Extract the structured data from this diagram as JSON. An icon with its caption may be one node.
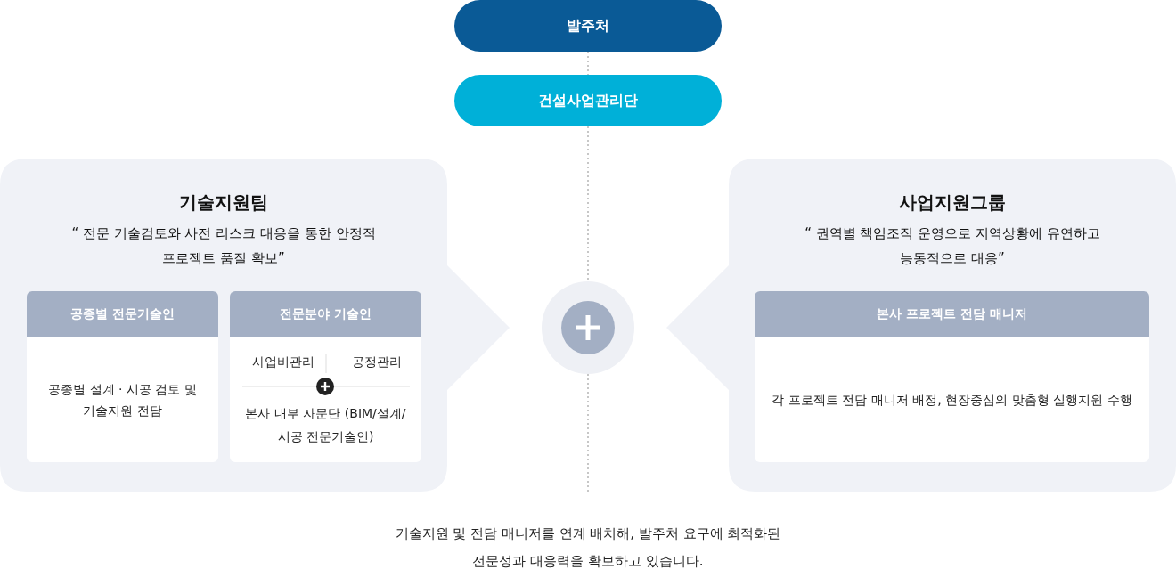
{
  "diagram": {
    "caption": "기술지원 및 전담 매니저를 연계 배치해, 발주처 요구에 최적화된 전문성과 대응력을 확보하고 있습니다.",
    "nodes": [
      {
        "text": [
          "발주처"
        ]
      },
      {
        "text": [
          "건설사업관리단"
        ]
      },
      {
        "text": [
          "기술지원팀",
          "“ 전문 기술검토와 사전 리스크 대응을 통한 안정적 프로젝트 품질 확보”"
        ]
      },
      {
        "text": [
          "공종별 전문기술인",
          "공종별 설계 · 시공 검토 및 기술지원 전담"
        ],
        "in": 2
      },
      {
        "text": [
          "전문분야 기술인"
        ],
        "in": 2
      },
      {
        "text": [
          "사업비관리"
        ],
        "in": 4
      },
      {
        "text": [
          "공정관리"
        ],
        "in": 4
      },
      {
        "text": [],
        "shape": "circle",
        "in": 4
      },
      {
        "text": [
          "본사 내부 자문단 (BIM/설계/시공 전문기술인)"
        ],
        "in": 4
      },
      {
        "text": [],
        "shape": "circle"
      },
      {
        "text": [
          "사업지원그룹",
          "“ 권역별 책임조직 운영으로 지역상황에 유연하고 능동적으로 대응”"
        ]
      },
      {
        "text": [
          "본사 프로젝트 전담 매니저",
          "각 프로젝트 전담 매니저 배정, 현장중심의 맞춤형 실행지원 수행"
        ],
        "in": 10
      }
    ],
    "edges": [
      {
        "from": 0,
        "to": 1,
        "arrow": "none",
        "style": "dashed"
      },
      {
        "from": 1,
        "to": 9,
        "arrow": "none",
        "style": "dashed"
      },
      {
        "from": 9,
        "to": null,
        "arrow": "none",
        "style": "dashed"
      }
    ]
  }
}
